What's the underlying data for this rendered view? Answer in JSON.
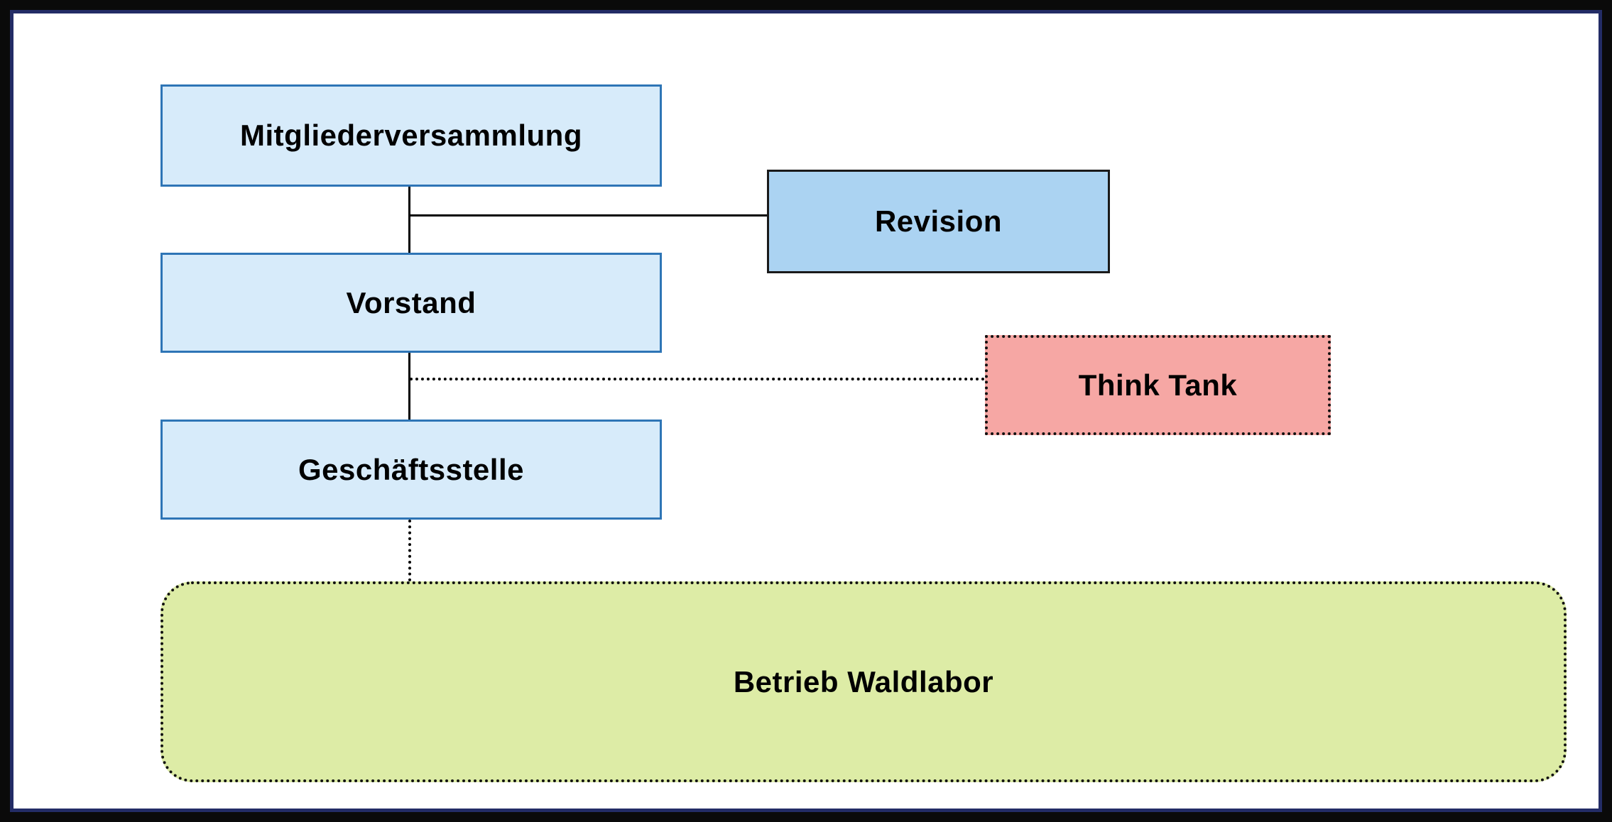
{
  "diagram": {
    "type": "org-chart",
    "nodes": {
      "mitgliederversammlung": {
        "label": "Mitgliederversammlung"
      },
      "revision": {
        "label": "Revision"
      },
      "vorstand": {
        "label": "Vorstand"
      },
      "think_tank": {
        "label": "Think Tank"
      },
      "geschaeftsstelle": {
        "label": "Geschäftsstelle"
      },
      "betrieb_waldlabor": {
        "label": "Betrieb Waldlabor"
      }
    },
    "edges": [
      {
        "from": "mitgliederversammlung",
        "to": "vorstand",
        "style": "solid"
      },
      {
        "from": "mitgliederversammlung-vorstand-line",
        "to": "revision",
        "style": "solid"
      },
      {
        "from": "vorstand",
        "to": "geschaeftsstelle",
        "style": "solid"
      },
      {
        "from": "vorstand-geschaeftsstelle-line",
        "to": "think_tank",
        "style": "dotted"
      },
      {
        "from": "geschaeftsstelle",
        "to": "betrieb_waldlabor",
        "style": "dotted"
      }
    ],
    "colors": {
      "node_blue_fill": "#d7ebfa",
      "node_blue_border": "#2e75b6",
      "revision_fill": "#abd3f2",
      "revision_border": "#1a1a1a",
      "think_tank_fill": "#f6a7a4",
      "waldlabor_fill": "#ddeca6",
      "dotted_border": "#111111",
      "line_color": "#000000",
      "page_border": "#232c66",
      "outer_bg": "#0a0a0a",
      "page_bg": "#ffffff"
    }
  }
}
